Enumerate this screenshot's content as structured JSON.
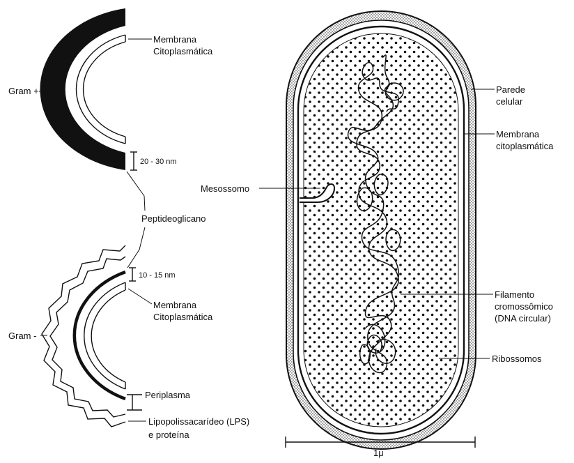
{
  "gram_positive": {
    "group_label": "Gram +",
    "membrane_label_line1": "Membrana",
    "membrane_label_line2": "Citoplasmática",
    "wall_thickness": "20 - 30 nm"
  },
  "peptidoglycan_label": "Peptideoglicano",
  "gram_negative": {
    "group_label": "Gram -",
    "wall_thickness": "10 - 15 nm",
    "membrane_label_line1": "Membrana",
    "membrane_label_line2": "Citoplasmática",
    "periplasm_label": "Periplasma",
    "lps_label_line1": "Lipopolissacarídeo (LPS)",
    "lps_label_line2": "e proteína"
  },
  "bacterium": {
    "mesosome_label": "Mesossomo",
    "cell_wall_line1": "Parede",
    "cell_wall_line2": "celular",
    "membrane_line1": "Membrana",
    "membrane_line2": "citoplasmática",
    "chromosome_line1": "Filamento",
    "chromosome_line2": "cromossômico",
    "chromosome_line3": "(DNA circular)",
    "ribosomes_label": "Ribossomos",
    "scale_label": "1μ"
  },
  "colors": {
    "ink": "#111111",
    "background": "#ffffff"
  }
}
